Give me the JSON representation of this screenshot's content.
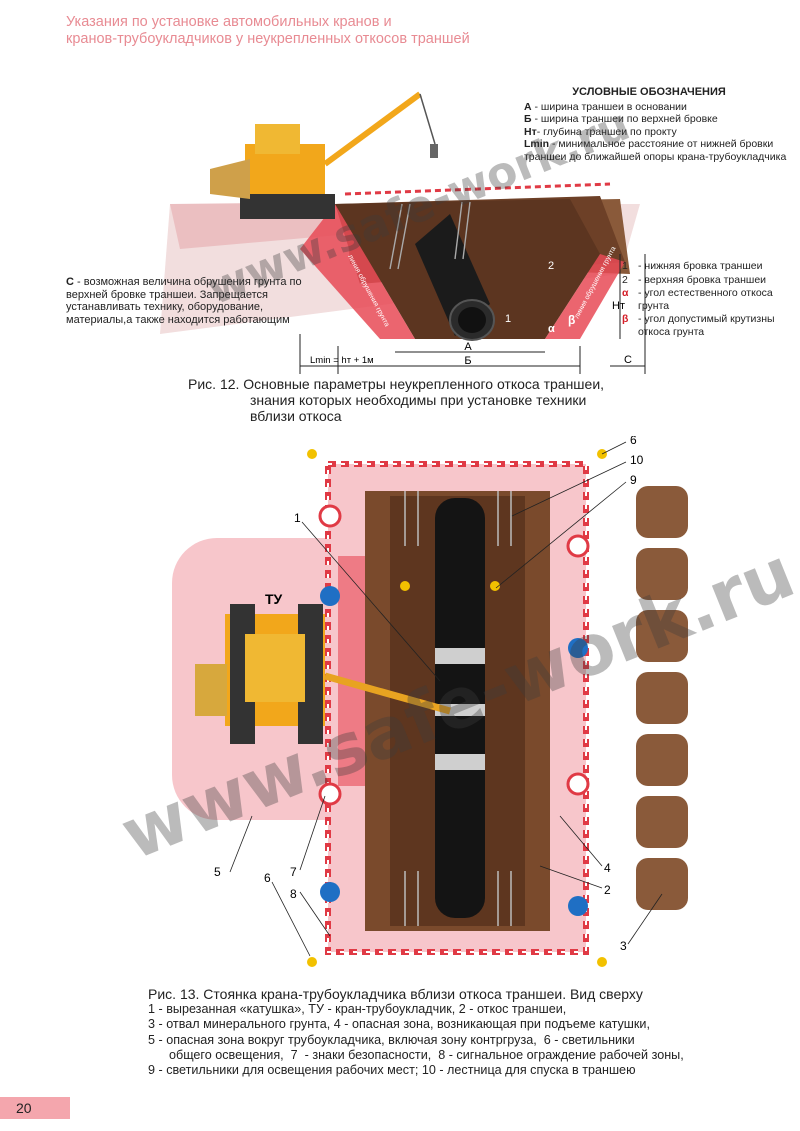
{
  "header": {
    "line1": "Указания по установке автомобильных кранов и",
    "line2": "кранов-трубоукладчиков  у неукрепленных откосов траншей"
  },
  "legend": {
    "title": "УСЛОВНЫЕ ОБОЗНАЧЕНИЯ",
    "items": [
      {
        "sym": "А",
        "text": " - ширина траншеи в основании"
      },
      {
        "sym": "Б",
        "text": " - ширина траншеи по верхней бровке"
      },
      {
        "sym": "Hт",
        "text": "- глубина траншеи по прокту"
      },
      {
        "sym": "Lmin",
        "text": " - минимальное расстояние от нижней бровки траншеи до ближайшей опоры крана-трубоукладчика"
      }
    ]
  },
  "c_note": {
    "sym": "С",
    "text": " - возможная величина обрушения грунта по верхней бровке траншеи. Запрещается устанавливать технику, оборудование, материалы,а также находится работающим"
  },
  "right_list": [
    {
      "sym": "1",
      "text": " - нижняя бровка траншеи",
      "color": "#222222"
    },
    {
      "sym": "2",
      "text": " - верхняя бровка траншеи",
      "color": "#222222"
    },
    {
      "sym": "α",
      "text": " - угол естественного откоса грунта",
      "color": "#d4202a"
    },
    {
      "sym": "β",
      "text": " - угол допустимый крутизны откоса грунта",
      "color": "#d4202a"
    }
  ],
  "fig12": {
    "dims": {
      "a": "А",
      "b": "Б",
      "c": "С",
      "lmin": "Lmin = hт + 1м",
      "ht": "Hт",
      "alpha": "α",
      "beta": "β",
      "n1": "1",
      "n2": "2"
    },
    "slope_left": "линия обрушения грунта",
    "slope_right": "линия обрушения грунта",
    "caption_l1": "Рис. 12. Основные параметры неукрепленного откоса траншеи,",
    "caption_l2": "знания которых необходимы при установке техники",
    "caption_l3": "вблизи откоса"
  },
  "fig13": {
    "ty_label": "ТУ",
    "callouts": [
      "1",
      "10",
      "9",
      "6",
      "4",
      "2",
      "3",
      "5",
      "7",
      "8",
      "6"
    ],
    "caption_title": "Рис. 13. Стоянка крана-трубоукладчика вблизи откоса траншеи. Вид сверху",
    "caption_lines": [
      "1 - вырезанная «катушка»,  ТУ - кран-трубоукладчик,  2 - откос траншеи,",
      "3 - отвал минерального грунта,  4 - опасная зона, возникающая при подъеме катушки,",
      "5 - опасная зона вокруг трубоукладчика, включая зону контргруза,  6 - светильники",
      "      общего освещения,  7  - знаки безопасности,  8 - сигнальное ограждение рабочей зоны,",
      "9 - светильники для освещения рабочих мест;  10 - лестница для спуска в траншею"
    ]
  },
  "watermark": {
    "top": "www.safe-work.ru",
    "bottom": "www.safe-work.ru"
  },
  "page_number": "20",
  "colors": {
    "accent": "#e03a45",
    "header_pink": "#e88b93",
    "zone_pink": "#f7c6cb",
    "soil": "#7a4a2c",
    "crane_yellow": "#f2a71b"
  }
}
